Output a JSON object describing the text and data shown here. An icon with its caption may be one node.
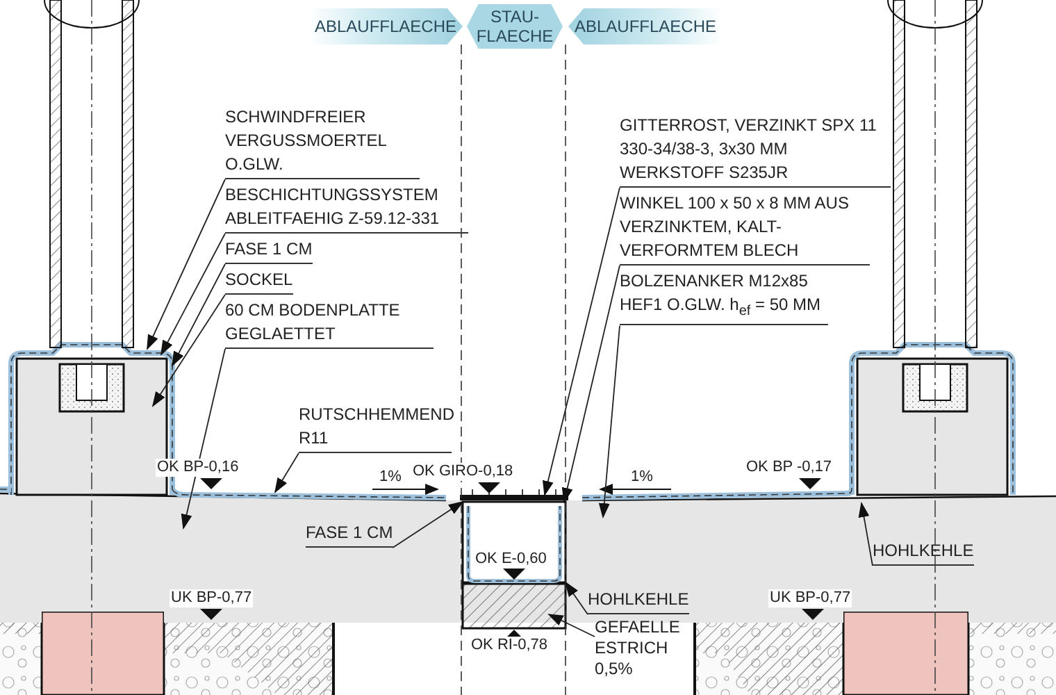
{
  "diagram": {
    "nodes": [
      {
        "text": [
          "ABLAUFFLAECHE"
        ]
      },
      {
        "text": [
          "STAU- FLAECHE"
        ]
      },
      {
        "text": [
          "ABLAUFFLAECHE"
        ]
      },
      {
        "text": [
          "SCHWINDFREIER VERGUSSMOERTEL O.GLW."
        ]
      },
      {
        "text": [
          "BESCHICHTUNGSSYSTEM ABLEITFAEHIG Z-59.12-331"
        ]
      },
      {
        "text": [
          "FASE 1 CM"
        ]
      },
      {
        "text": [
          "SOCKEL"
        ]
      },
      {
        "text": [
          "60 CM BODENPLATTE GEGLAETTET"
        ]
      },
      {
        "text": [
          "RUTSCHHEMMEND R11"
        ]
      },
      {
        "text": [
          "GITTERROST, VERZINKT SPX 11 330-34/38-3, 3x30 MM WERKSTOFF S235JR"
        ]
      },
      {
        "text": [
          "WINKEL 100 x 50 x 8 MM AUS VERZINKTEM, KALT- VERFORMTEM BLECH"
        ]
      },
      {
        "text": [
          "BOLZENANKER M12x85 HEF1 O.GLW. h$_{ef}$ = 50 MM"
        ]
      },
      {
        "text": [
          "FASE 1 CM"
        ]
      },
      {
        "text": [
          "HOHLKEHLE"
        ]
      },
      {
        "text": [
          "HOHLKEHLE"
        ]
      },
      {
        "text": [
          "GEFAELLE ESTRICH 0,5%"
        ]
      },
      {
        "text": [],
        "shape": "box"
      },
      {
        "text": [],
        "shape": "bar"
      },
      {
        "text": [],
        "shape": "box"
      }
    ],
    "edges": [
      {
        "from": 3,
        "to": null,
        "arrow": "to"
      },
      {
        "from": 4,
        "to": null,
        "arrow": "to"
      },
      {
        "from": 5,
        "to": null,
        "arrow": "to"
      },
      {
        "from": 6,
        "to": null,
        "arrow": "to"
      },
      {
        "from": 7,
        "to": null,
        "arrow": "to"
      },
      {
        "from": 8,
        "to": null,
        "arrow": "to"
      },
      {
        "from": 9,
        "to": 17,
        "arrow": "to"
      },
      {
        "from": 10,
        "to": 16,
        "arrow": "to"
      },
      {
        "from": 11,
        "to": null,
        "arrow": "to"
      },
      {
        "from": 12,
        "to": 16,
        "arrow": "to"
      },
      {
        "from": 13,
        "to": 16,
        "arrow": "to"
      },
      {
        "from": 14,
        "to": null,
        "arrow": "to"
      },
      {
        "from": 15,
        "to": 18,
        "arrow": "to"
      }
    ],
    "labels": [
      "OK BP-0,16",
      "1%",
      "OK GIRO-0,18",
      "1%",
      "OK BP -0,17",
      "OK E-0,60",
      "UK BP-0,77",
      "UK BP-0,77",
      "OK RI-0,78"
    ]
  }
}
